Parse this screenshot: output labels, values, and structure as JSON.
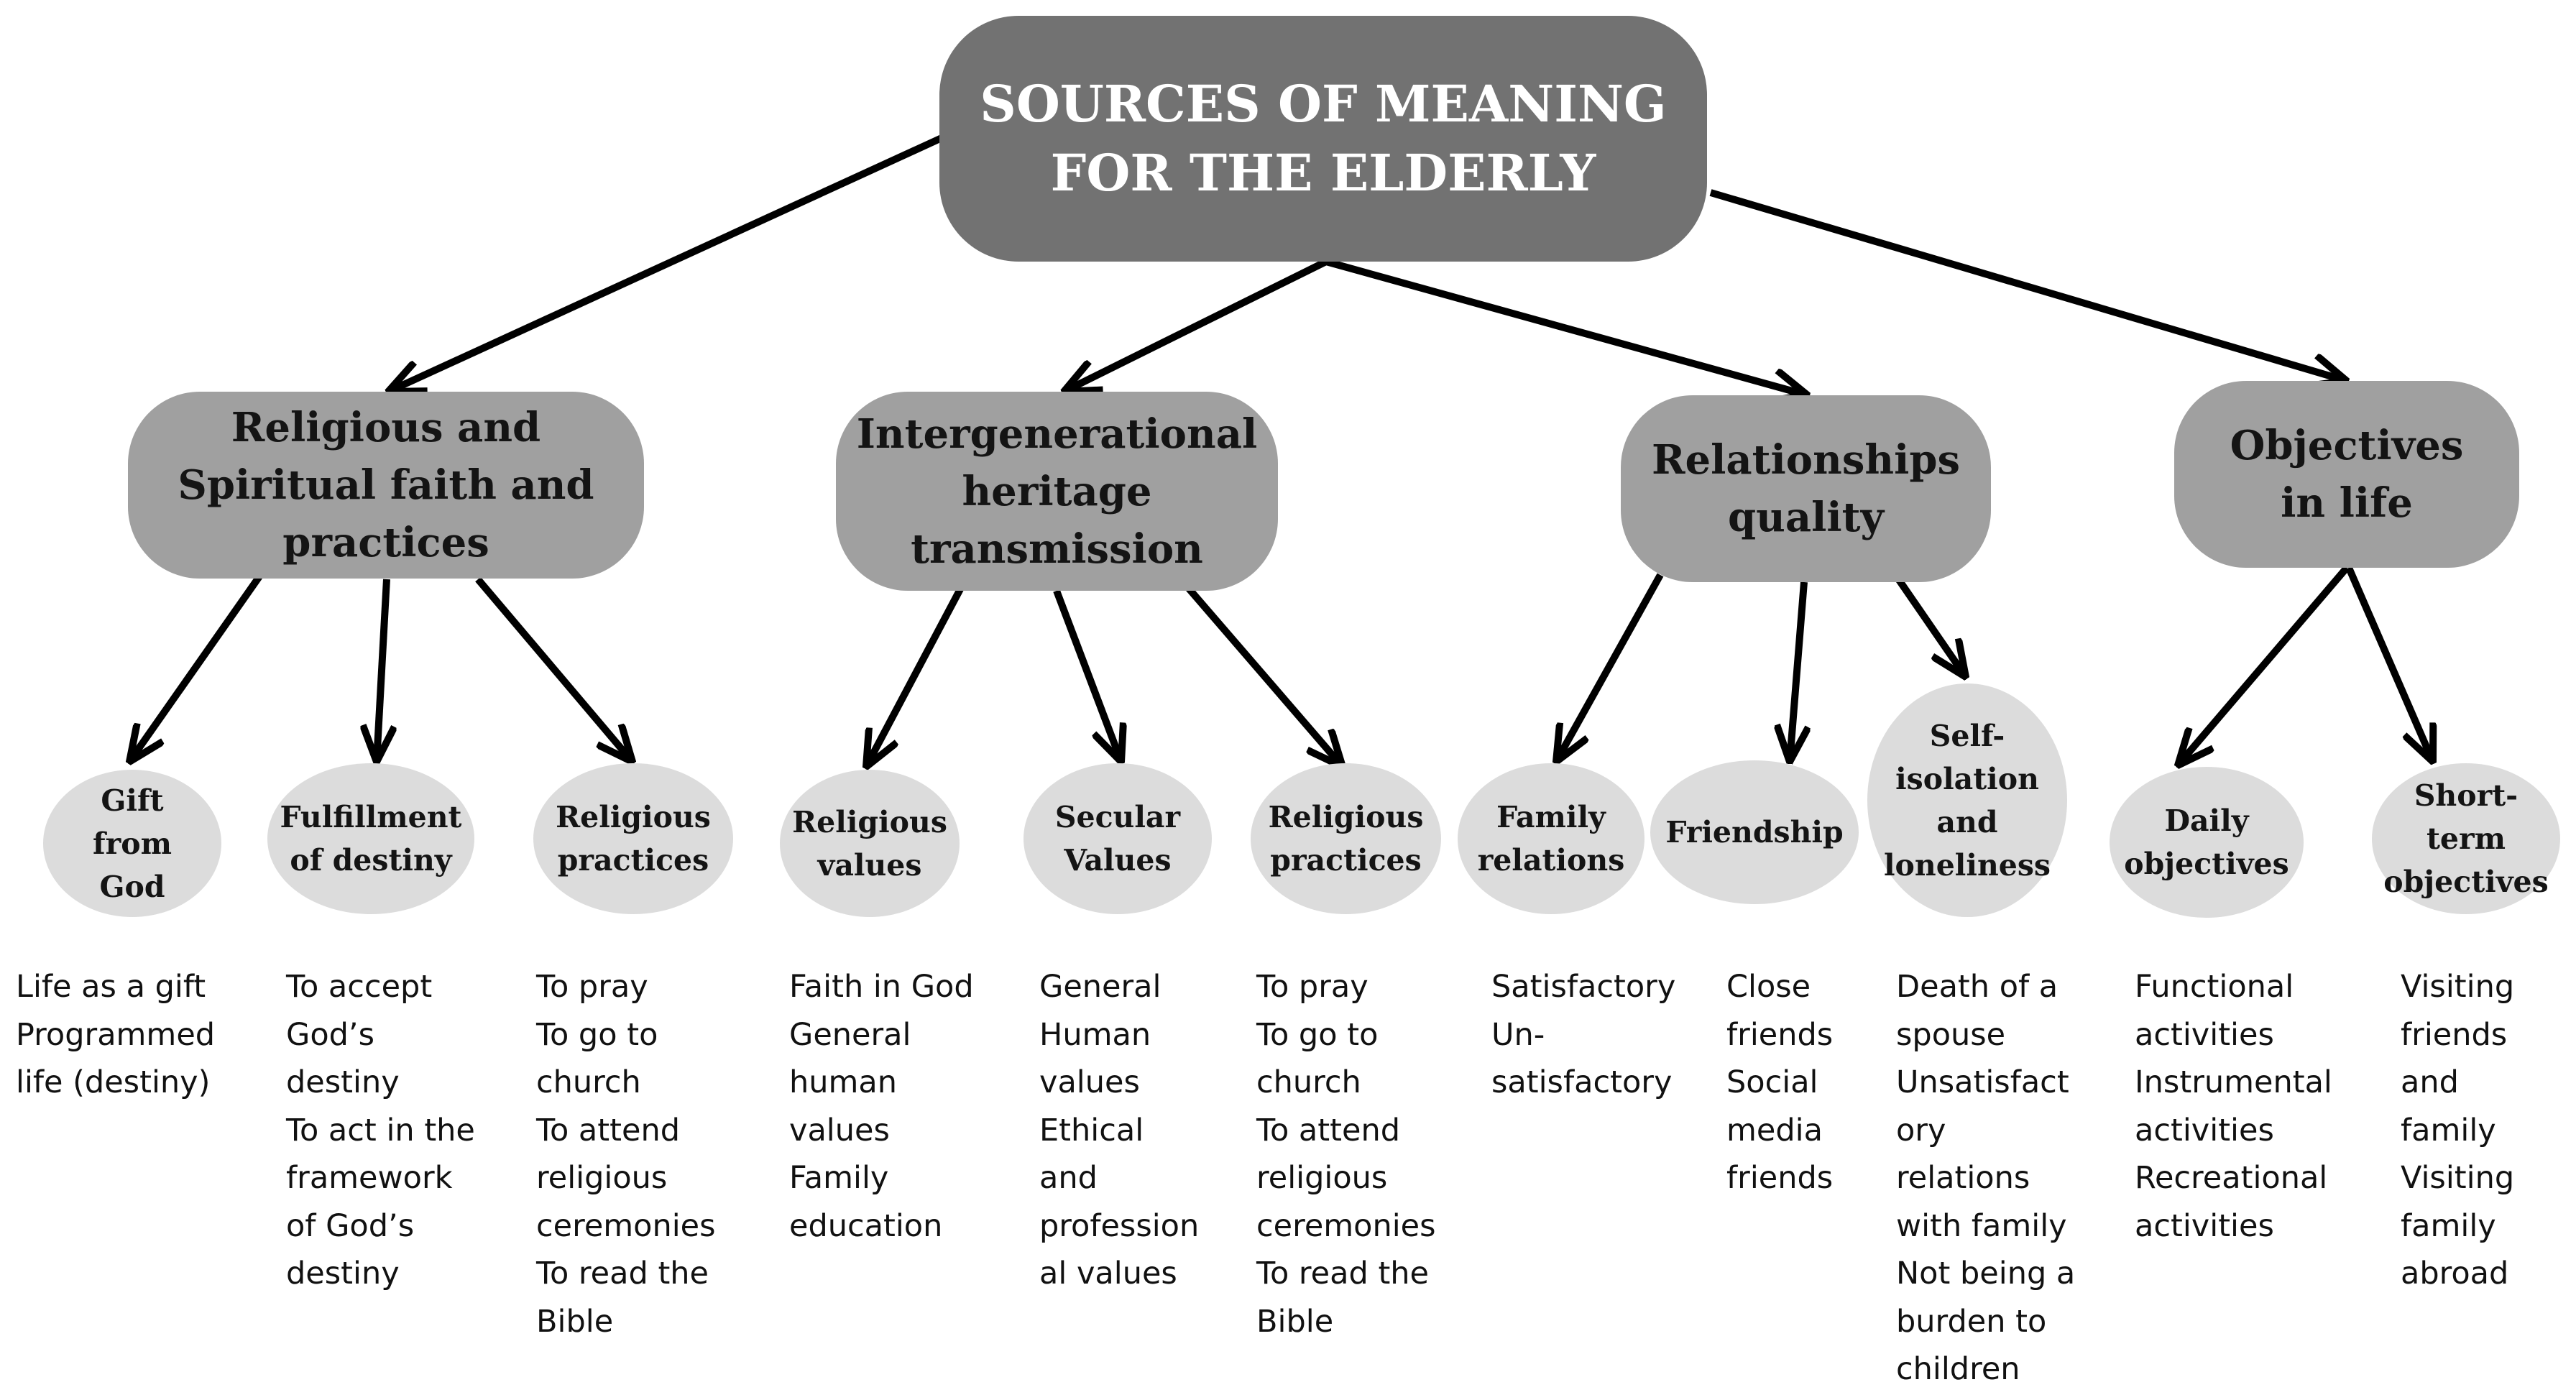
{
  "root": {
    "title": "SOURCES OF MEANING FOR THE ELDERLY"
  },
  "categories": [
    {
      "label": "Religious and Spiritual faith and practices"
    },
    {
      "label": "Intergenerational heritage transmission"
    },
    {
      "label": "Relationships quality"
    },
    {
      "label": "Objectives in life"
    }
  ],
  "leaves": [
    {
      "label": "Gift from God",
      "details": [
        "Life as a gift",
        "Programmed",
        "life (destiny)"
      ]
    },
    {
      "label": "Fulfillment of destiny",
      "details": [
        "To accept",
        "God’s",
        "destiny",
        "To act in the",
        "framework",
        "of God’s",
        "destiny"
      ]
    },
    {
      "label": "Religious practices",
      "details": [
        "To pray",
        "To go to",
        "church",
        "To attend",
        "religious",
        "ceremonies",
        "To read the",
        "Bible"
      ]
    },
    {
      "label": "Religious values",
      "details": [
        "Faith in God",
        "General",
        "human",
        "values",
        "Family",
        "education"
      ]
    },
    {
      "label": "Secular Values",
      "details": [
        "General",
        "Human",
        "values",
        "Ethical",
        "and",
        "profession",
        "al values"
      ]
    },
    {
      "label": "Religious practices",
      "details": [
        "To pray",
        "To go to",
        "church",
        "To attend",
        "religious",
        "ceremonies",
        "To read the",
        "Bible"
      ]
    },
    {
      "label": "Family relations",
      "details": [
        "Satisfactory",
        "Un-",
        "satisfactory"
      ]
    },
    {
      "label": "Friendship",
      "details": [
        "Close",
        "friends",
        "Social",
        "media",
        "friends"
      ]
    },
    {
      "label": "Self-isolation and loneliness",
      "details": [
        "Death of a",
        "spouse",
        "Unsatisfact",
        "ory",
        "relations",
        "with family",
        "Not being a",
        "burden to",
        "children"
      ]
    },
    {
      "label": "Daily objectives",
      "details": [
        "Functional",
        "activities",
        "Instrumental",
        "activities",
        "Recreational",
        "activities"
      ]
    },
    {
      "label": "Short-term objectives",
      "details": [
        "Visiting",
        "friends",
        "and",
        "family",
        "Visiting",
        "family",
        "abroad"
      ]
    }
  ],
  "colors": {
    "root": "#727272",
    "category": "#a0a0a0",
    "leaf": "#dcdcdc",
    "arrow": "#000000"
  }
}
